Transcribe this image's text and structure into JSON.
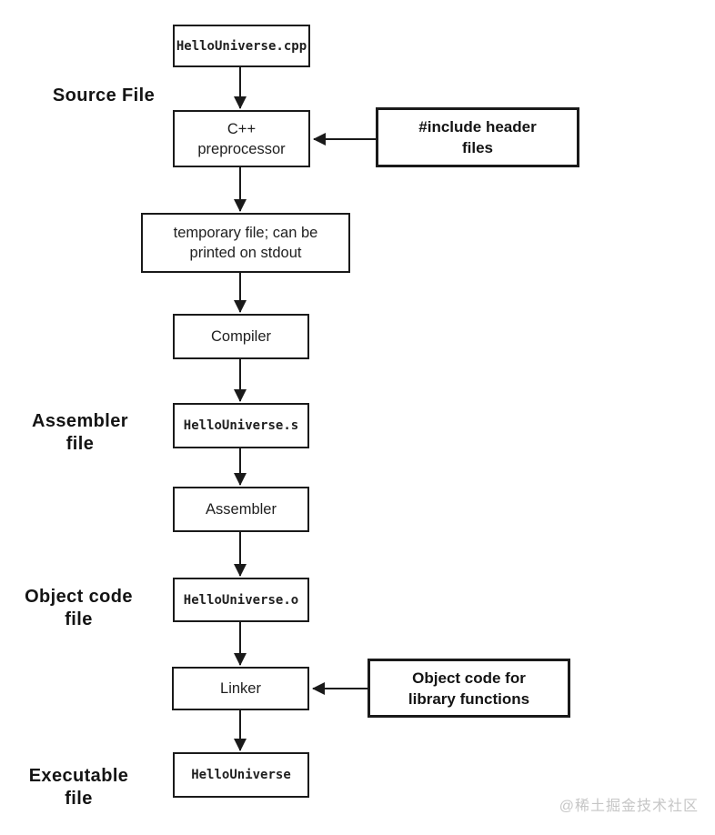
{
  "diagram": {
    "stage_labels": [
      {
        "label": "Source File"
      },
      {
        "label": "Assembler\nfile"
      },
      {
        "label": "Object code\nfile"
      },
      {
        "label": "Executable\nfile"
      }
    ],
    "nodes": [
      {
        "label": "HelloUniverse.cpp",
        "kind": "file"
      },
      {
        "label": "C++\npreprocessor",
        "kind": "process"
      },
      {
        "label": "temporary file; can be\nprinted on stdout",
        "kind": "process"
      },
      {
        "label": "Compiler",
        "kind": "process"
      },
      {
        "label": "HelloUniverse.s",
        "kind": "file"
      },
      {
        "label": "Assembler",
        "kind": "process"
      },
      {
        "label": "HelloUniverse.o",
        "kind": "file"
      },
      {
        "label": "Linker",
        "kind": "process"
      },
      {
        "label": "HelloUniverse",
        "kind": "file"
      }
    ],
    "side_inputs": [
      {
        "label": "#include header\nfiles"
      },
      {
        "label": "Object code for\nlibrary functions"
      }
    ],
    "watermark": "@稀土掘金技术社区",
    "colors": {
      "line": "#1a1a1a",
      "background": "#ffffff",
      "watermark": "#c6c6c6"
    }
  }
}
